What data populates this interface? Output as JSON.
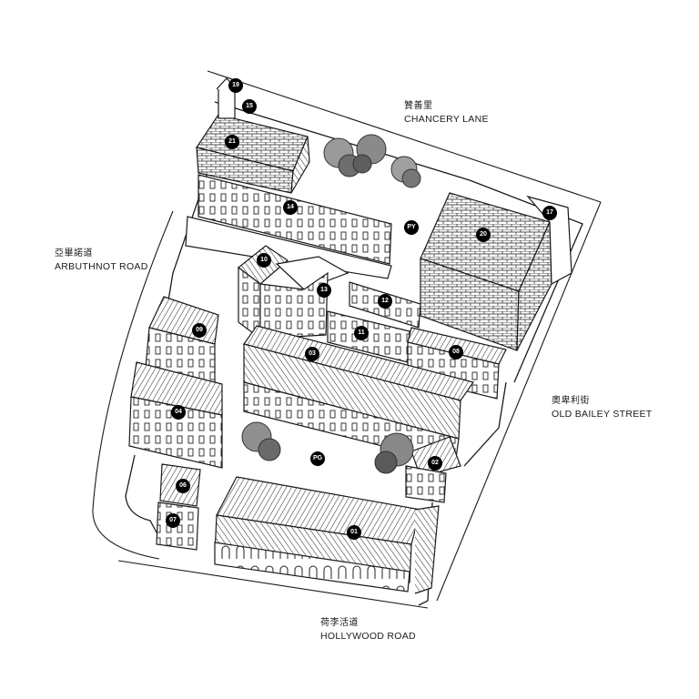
{
  "streets": {
    "chancery": {
      "zh": "贊善里",
      "en": "CHANCERY LANE"
    },
    "arbuthnot": {
      "zh": "亞畢諾道",
      "en": "ARBUTHNOT ROAD"
    },
    "old_bailey": {
      "zh": "奧卑利街",
      "en": "OLD BAILEY STREET"
    },
    "hollywood": {
      "zh": "荷李活道",
      "en": "HOLLYWOOD ROAD"
    }
  },
  "markers": [
    "19",
    "15",
    "21",
    "14",
    "PY",
    "17",
    "20",
    "10",
    "13",
    "12",
    "09",
    "11",
    "03",
    "08",
    "04",
    "PG",
    "02",
    "06",
    "07",
    "01"
  ],
  "colors": {
    "line": "#1a1a1a",
    "marker": "#000000",
    "marker_text": "#ffffff",
    "tree": "#555555"
  }
}
